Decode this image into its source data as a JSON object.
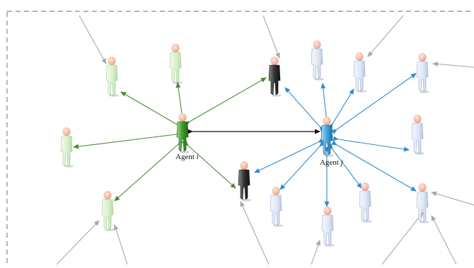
{
  "diagram": {
    "labels": {
      "agent_i_prefix": "Agent ",
      "agent_i_var": "i",
      "agent_j_prefix": "Agent ",
      "agent_j_var": "j"
    },
    "colors": {
      "green_link": "#4a8a3a",
      "blue_link": "#2f8ccf",
      "black_link": "#111111",
      "gray_link": "#a8a8a8",
      "frame_dash": "#888888",
      "green_figure_light": "#dff0d6",
      "green_figure_dark": "#3e9a2c",
      "blue_figure_light": "#e6ecf8",
      "blue_figure_dark": "#45a4dc",
      "black_figure": "#3a3a3a",
      "head": "#f2b9a0"
    },
    "nodes": [
      {
        "id": "agent_i",
        "kind": "green_main"
      },
      {
        "id": "g1",
        "kind": "green_light"
      },
      {
        "id": "g2",
        "kind": "green_light"
      },
      {
        "id": "g3",
        "kind": "green_light"
      },
      {
        "id": "g4",
        "kind": "green_light"
      },
      {
        "id": "agent_j",
        "kind": "blue_main"
      },
      {
        "id": "k1",
        "kind": "black"
      },
      {
        "id": "k2",
        "kind": "black"
      },
      {
        "id": "b1",
        "kind": "blue_light"
      },
      {
        "id": "b2",
        "kind": "blue_light"
      },
      {
        "id": "b3",
        "kind": "blue_light"
      },
      {
        "id": "b4",
        "kind": "blue_light"
      },
      {
        "id": "b5",
        "kind": "blue_light"
      },
      {
        "id": "b6",
        "kind": "blue_light"
      },
      {
        "id": "b7",
        "kind": "blue_light"
      },
      {
        "id": "b8",
        "kind": "blue_light"
      },
      {
        "id": "b9",
        "kind": "blue_light"
      }
    ]
  }
}
